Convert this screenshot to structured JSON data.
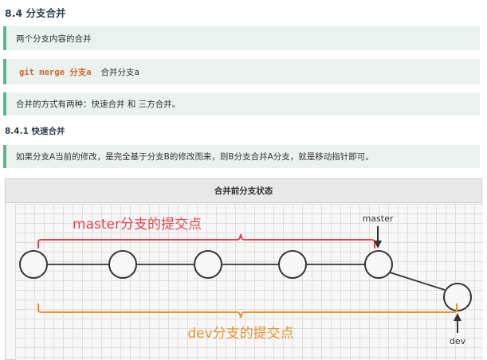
{
  "section": {
    "title": "8.4 分支合并"
  },
  "notes": [
    {
      "text": "两个分支内容的合并"
    },
    {
      "code": "git merge 分支a",
      "desc": "合并分支a"
    },
    {
      "text": "合并的方式有两种：快速合并 和 三方合并。"
    }
  ],
  "subsection": {
    "title": "8.4.1 快速合并",
    "note": "如果分支A当前的修改，是完全基于分支B的修改而来，则B分支合并A分支，就是移动指针即可。"
  },
  "figure": {
    "title": "合并前分支状态",
    "master_commits_label": "master分支的提交点",
    "dev_commits_label": "dev分支的提交点",
    "master_pointer": "master",
    "dev_pointer": "dev",
    "colors": {
      "master": "#e8414b",
      "dev": "#eb9328",
      "node": "#333333"
    }
  }
}
